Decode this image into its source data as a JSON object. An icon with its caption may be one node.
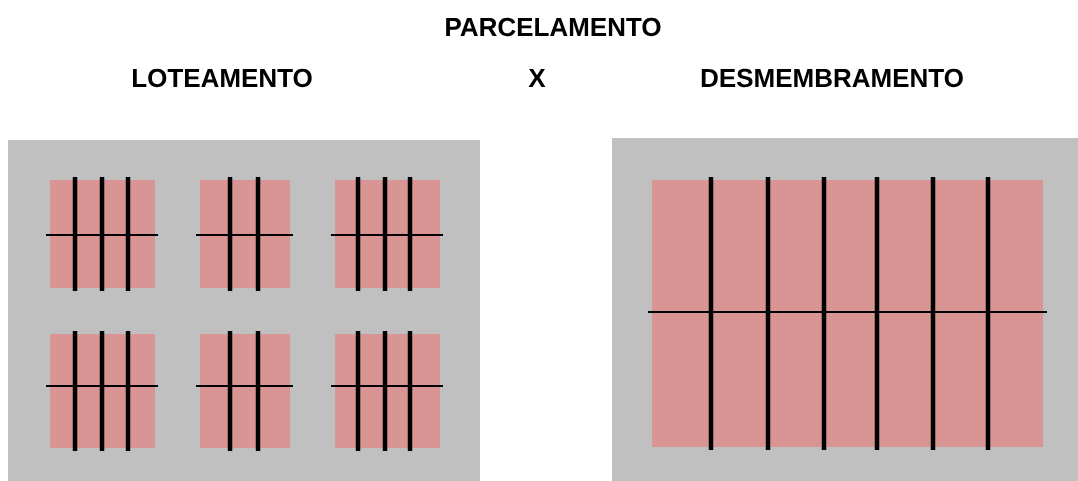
{
  "diagram": {
    "title": "PARCELAMENTO",
    "labels": [
      "LOTEAMENTO",
      "X",
      "DESMEMBRAMENTO"
    ]
  }
}
